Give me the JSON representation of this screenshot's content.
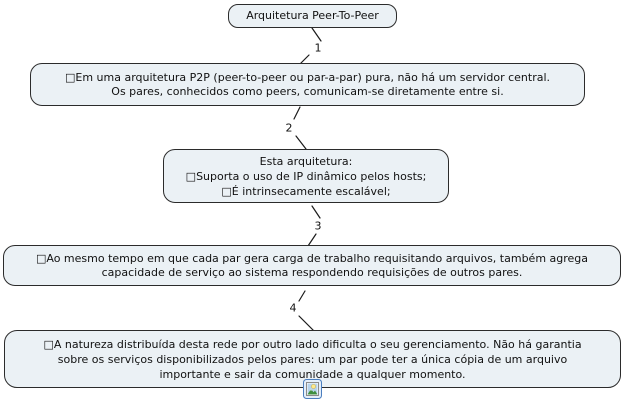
{
  "style": {
    "canvas_bg": "#ffffff",
    "node_fill": "#ebf1f5",
    "node_border": "#2b2b2b",
    "text_color": "#111111",
    "line_color": "#1a1a1a",
    "attachment_border": "#4a7ebf"
  },
  "nodes": {
    "root": {
      "text": "Arquitetura Peer-To-Peer"
    },
    "concept1": {
      "line1": "□Em uma arquitetura P2P (peer-to-peer ou par-a-par) pura, não há um servidor central.",
      "line2": "Os pares, conhecidos como peers, comunicam-se diretamente entre si."
    },
    "concept2": {
      "line1": "Esta arquitetura:",
      "line2": "□Suporta o uso de IP dinâmico pelos hosts;",
      "line3": "□É intrinsecamente escalável;"
    },
    "concept3": {
      "line1": "□Ao mesmo tempo em que cada par gera carga de trabalho requisitando arquivos, também agrega",
      "line2": "capacidade de serviço ao sistema respondendo requisições de outros pares."
    },
    "concept4": {
      "line1": "□A natureza distribuída desta rede por outro lado dificulta o seu gerenciamento. Não há garantia",
      "line2": "sobre os serviços disponibilizados pelos pares: um par pode ter a única cópia de um arquivo",
      "line3": "importante e sair da comunidade a qualquer momento."
    }
  },
  "links": {
    "link1": "1",
    "link2": "2",
    "link3": "3",
    "link4": "4"
  },
  "icons": {
    "attachment": "image-attachment-icon"
  }
}
